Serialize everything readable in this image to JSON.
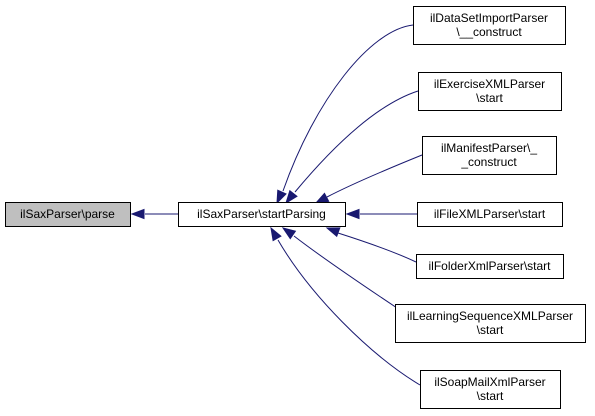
{
  "colors": {
    "edge": "#191970",
    "root_fill": "#bfbfbf",
    "node_fill": "#ffffff",
    "border": "#000000"
  },
  "nodes": {
    "parse": {
      "lines": [
        "ilSaxParser\\parse"
      ]
    },
    "startParsing": {
      "lines": [
        "ilSaxParser\\startParsing"
      ]
    },
    "dataSetImport": {
      "lines": [
        "ilDataSetImportParser",
        "\\__construct"
      ]
    },
    "exercise": {
      "lines": [
        "ilExerciseXMLParser",
        "\\start"
      ]
    },
    "manifest": {
      "lines": [
        "ilManifestParser\\_",
        "_construct"
      ]
    },
    "fileXml": {
      "lines": [
        "ilFileXMLParser\\start"
      ]
    },
    "folderXml": {
      "lines": [
        "ilFolderXmlParser\\start"
      ]
    },
    "learningSequence": {
      "lines": [
        "ilLearningSequenceXMLParser",
        "\\start"
      ]
    },
    "soapMail": {
      "lines": [
        "ilSoapMailXmlParser",
        "\\start"
      ]
    }
  },
  "edges": [
    {
      "from": "startParsing",
      "to": "parse"
    },
    {
      "from": "dataSetImport",
      "to": "startParsing"
    },
    {
      "from": "exercise",
      "to": "startParsing"
    },
    {
      "from": "manifest",
      "to": "startParsing"
    },
    {
      "from": "fileXml",
      "to": "startParsing"
    },
    {
      "from": "folderXml",
      "to": "startParsing"
    },
    {
      "from": "learningSequence",
      "to": "startParsing"
    },
    {
      "from": "soapMail",
      "to": "startParsing"
    }
  ]
}
